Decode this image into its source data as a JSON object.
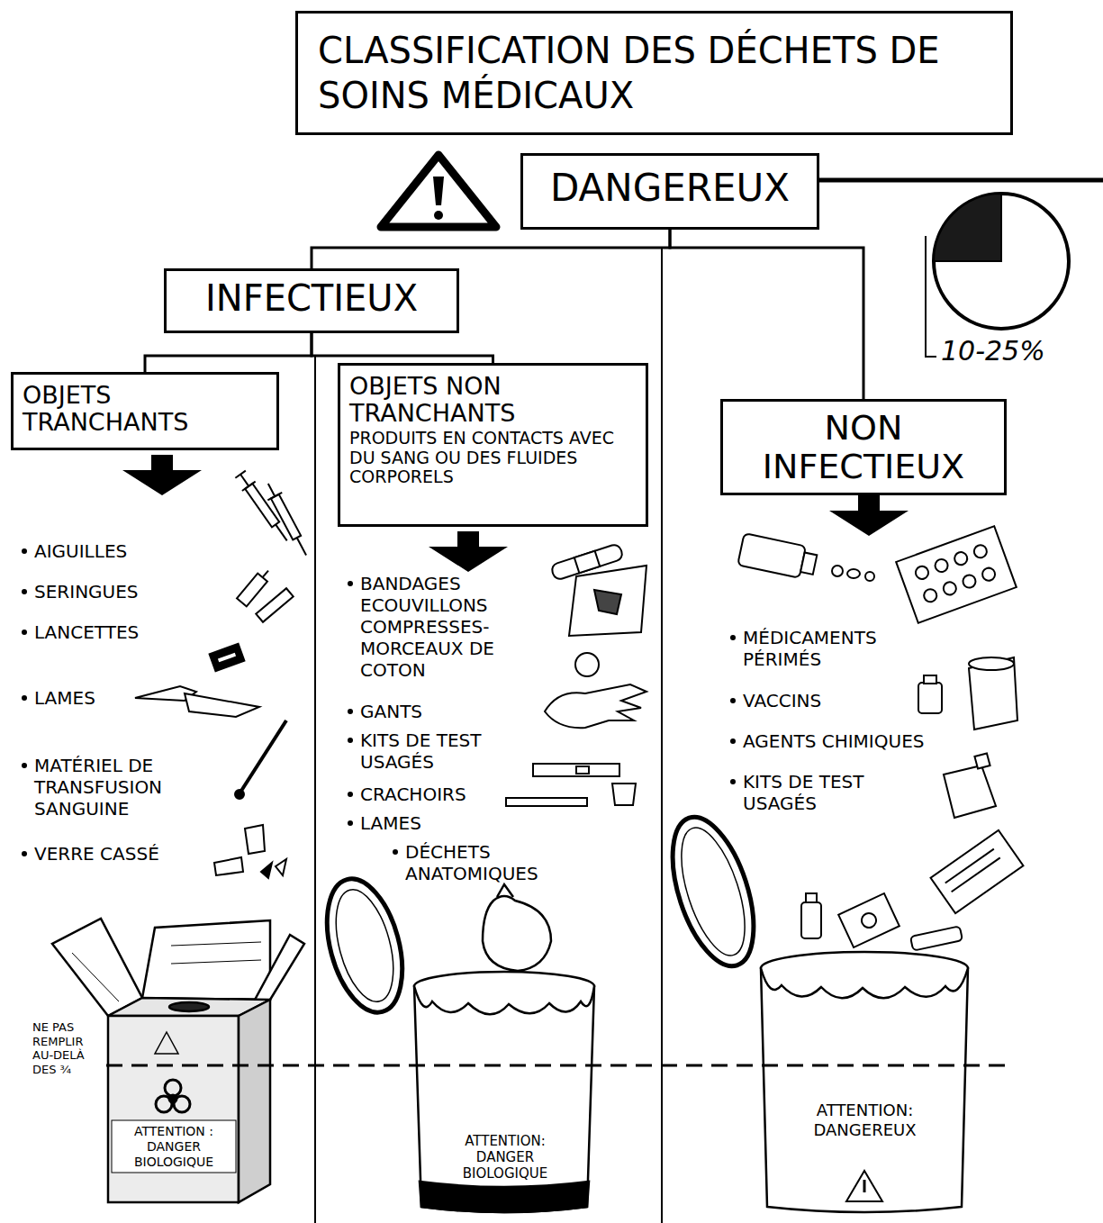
{
  "diagram": {
    "title": "CLASSIFICATION DES DÉCHETS DE SOINS MÉDICAUX",
    "nodes": [
      {
        "text": [
          "DANGEREUX"
        ]
      },
      {
        "text": [
          "INFECTIEUX"
        ]
      },
      {
        "text": [
          "OBJETS TRANCHANTS"
        ]
      },
      {
        "text": [
          "OBJETS NON TRANCHANTS",
          "PRODUITS EN CONTACTS AVEC DU SANG OU DES FLUIDES CORPORELS"
        ]
      },
      {
        "text": [
          "NON INFECTIEUX"
        ]
      }
    ],
    "edges": [
      {
        "from": 0,
        "to": 1,
        "arrow": "none"
      },
      {
        "from": 0,
        "to": 4,
        "arrow": "none"
      },
      {
        "from": 1,
        "to": 2,
        "arrow": "none"
      },
      {
        "from": 1,
        "to": 3,
        "arrow": "none"
      }
    ],
    "labels": [
      "10-25%",
      "AIGUILLES",
      "SERINGUES",
      "LANCETTES",
      "LAMES",
      "MATÉRIEL DE TRANSFUSION SANGUINE",
      "VERRE CASSÉ",
      "BANDAGES ECOUVILLONS COMPRESSES- MORCEAUX DE COTON",
      "GANTS",
      "KITS DE TEST USAGÉS",
      "CRACHOIRS",
      "LAMES",
      "DÉCHETS ANATOMIQUES",
      "MÉDICAMENTS PÉRIMÉS",
      "VACCINS",
      "AGENTS CHIMIQUES",
      "KITS DE TEST USAGÉS",
      "NE PAS REMPLIR AU-DELÀ DES ¾",
      "ATTENTION : DANGER BIOLOGIQUE",
      "ATTENTION: DANGER BIOLOGIQUE",
      "ATTENTION: DANGEREUX"
    ]
  }
}
